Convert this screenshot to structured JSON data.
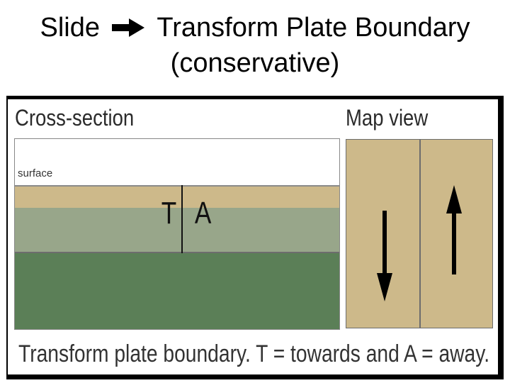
{
  "title": {
    "line1_left": "Slide",
    "line1_right": "Transform Plate Boundary",
    "line2": "(conservative)",
    "arrow_icon": "right-arrow-icon"
  },
  "figure": {
    "cross_section_label": "Cross-section",
    "map_view_label": "Map view",
    "surface_label": "surface",
    "fault_label_towards": "T",
    "fault_label_away": "A",
    "caption": "Transform plate boundary.  T = towards and A = away.",
    "colors": {
      "tan": "#cdb98a",
      "sage": "#98a68a",
      "green": "#5b7f57"
    },
    "map_arrows": [
      "down-arrow-icon",
      "up-arrow-icon"
    ]
  }
}
